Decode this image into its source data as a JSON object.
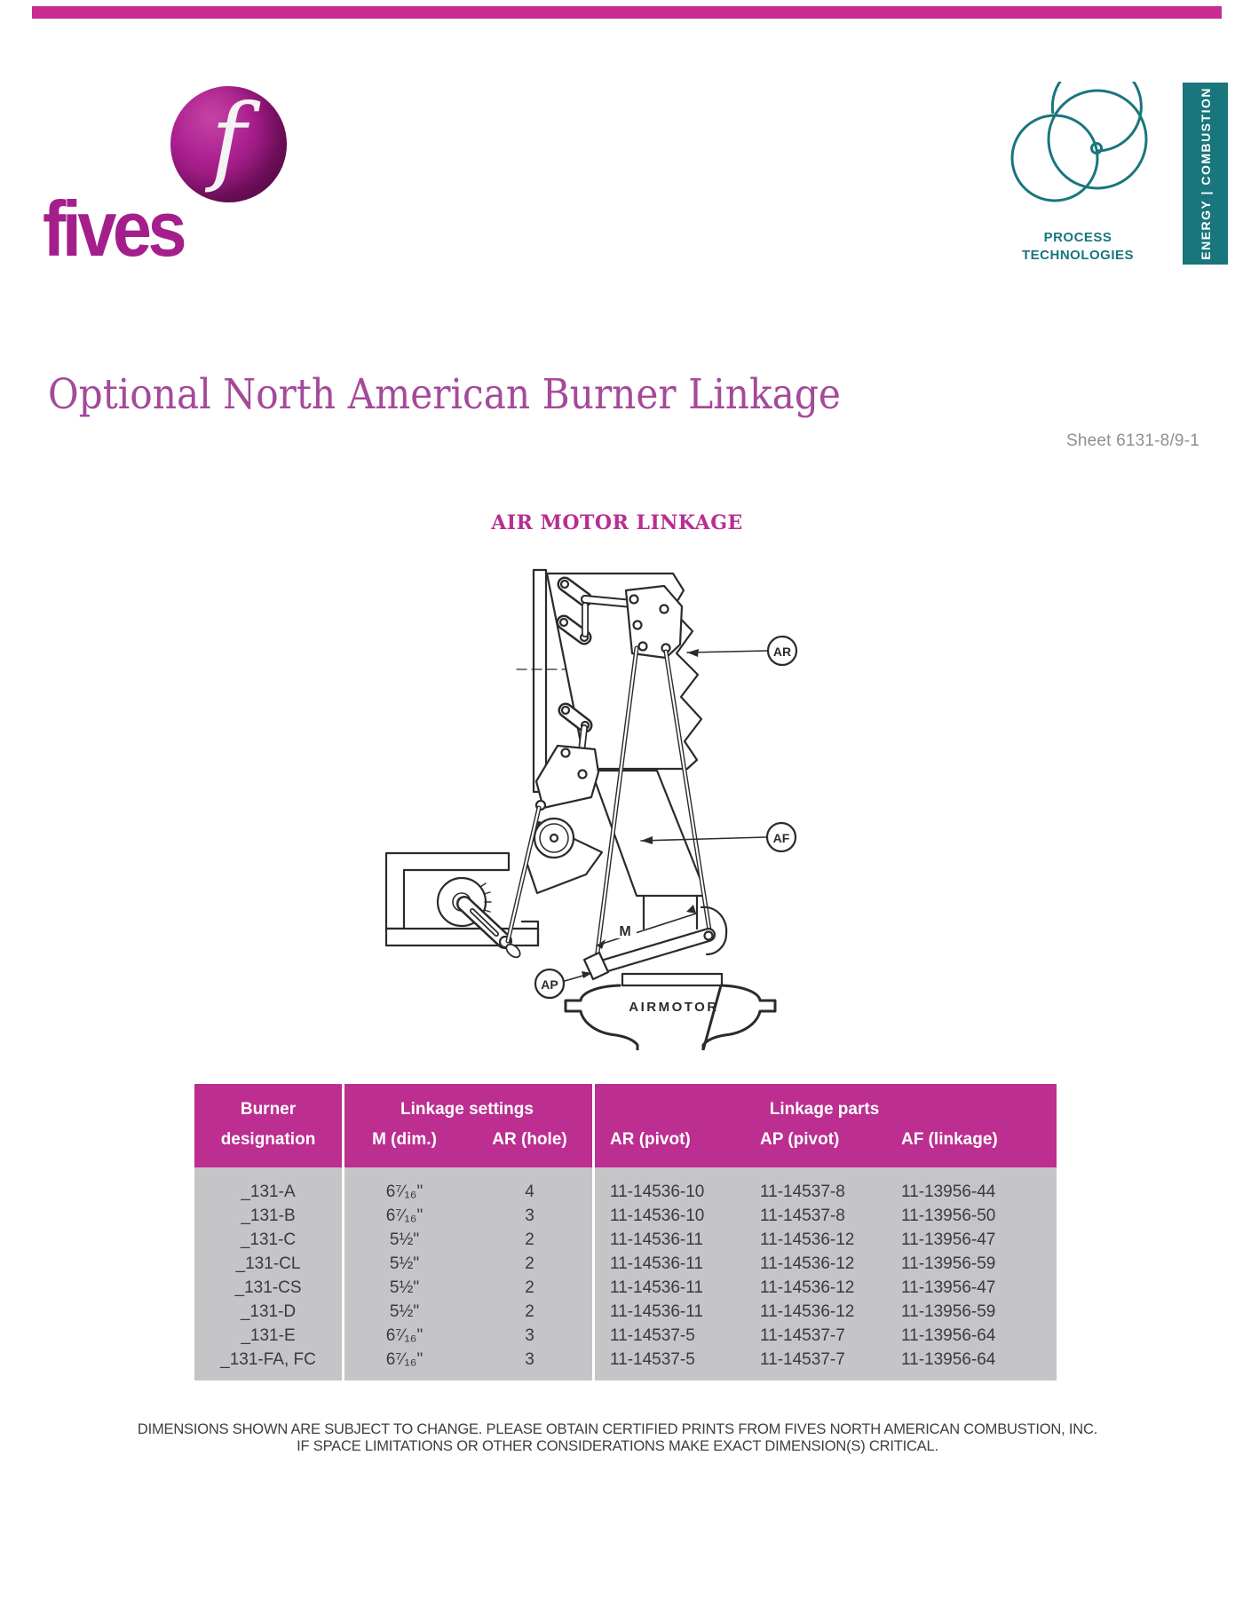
{
  "brand": {
    "logo_letter": "f",
    "wordmark": "fives",
    "process_line1": "PROCESS",
    "process_line2": "TECHNOLOGIES",
    "banner_text": "ENERGY | COMBUSTION",
    "colors": {
      "magenta": "#bc2e90",
      "teal": "#19767d",
      "table_gray": "#c5c5c7"
    }
  },
  "header": {
    "title": "Optional North American Burner Linkage",
    "sheet": "Sheet 6131-8/9-1"
  },
  "figure": {
    "heading": "AIR MOTOR LINKAGE",
    "labels": {
      "ar": "AR",
      "af": "AF",
      "ap": "AP",
      "m": "M",
      "airmotor": "AIRMOTOR"
    }
  },
  "table": {
    "group_burner_line1": "Burner",
    "group_burner_line2": "designation",
    "group_settings": "Linkage settings",
    "group_parts": "Linkage parts",
    "col_m": "M (dim.)",
    "col_ar_hole": "AR (hole)",
    "col_ar_pivot": "AR (pivot)",
    "col_ap_pivot": "AP (pivot)",
    "col_af_linkage": "AF (linkage)",
    "rows": [
      [
        "_131-A",
        "6⁷⁄₁₆\"",
        "4",
        "11-14536-10",
        "11-14537-8",
        "11-13956-44"
      ],
      [
        "_131-B",
        "6⁷⁄₁₆\"",
        "3",
        "11-14536-10",
        "11-14537-8",
        "11-13956-50"
      ],
      [
        "_131-C",
        "5½\"",
        "2",
        "11-14536-11",
        "11-14536-12",
        "11-13956-47"
      ],
      [
        "_131-CL",
        "5½\"",
        "2",
        "11-14536-11",
        "11-14536-12",
        "11-13956-59"
      ],
      [
        "_131-CS",
        "5½\"",
        "2",
        "11-14536-11",
        "11-14536-12",
        "11-13956-47"
      ],
      [
        "_131-D",
        "5½\"",
        "2",
        "11-14536-11",
        "11-14536-12",
        "11-13956-59"
      ],
      [
        "_131-E",
        "6⁷⁄₁₆\"",
        "3",
        "11-14537-5",
        "11-14537-7",
        "11-13956-64"
      ],
      [
        "_131-FA, FC",
        "6⁷⁄₁₆\"",
        "3",
        "11-14537-5",
        "11-14537-7",
        "11-13956-64"
      ]
    ]
  },
  "footer": {
    "line1": "DIMENSIONS SHOWN ARE SUBJECT TO CHANGE. PLEASE OBTAIN CERTIFIED PRINTS FROM FIVES NORTH AMERICAN COMBUSTION, INC.",
    "line2": "IF SPACE LIMITATIONS OR OTHER CONSIDERATIONS MAKE EXACT DIMENSION(S) CRITICAL."
  }
}
